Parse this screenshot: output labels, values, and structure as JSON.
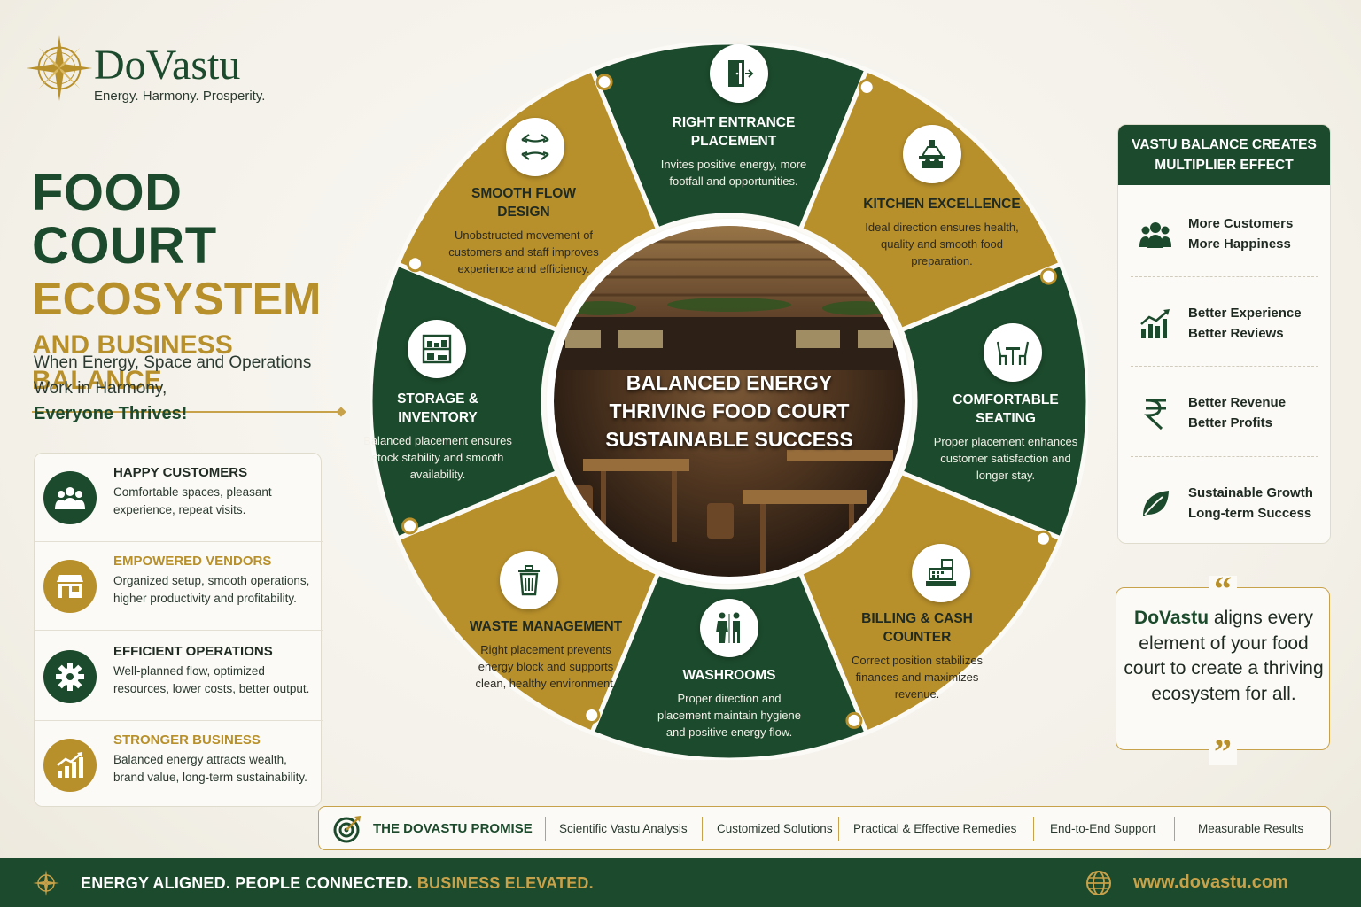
{
  "brand": {
    "name": "DoVastu",
    "tagline": "Energy. Harmony. Prosperity."
  },
  "title": {
    "line1": "FOOD COURT",
    "line2": "ECOSYSTEM",
    "line3": "AND BUSINESS BALANCE"
  },
  "intro": {
    "line1": "When Energy, Space and Operations",
    "line2": "Work in Harmony,",
    "emphasis": "Everyone Thrives!"
  },
  "benefits": [
    {
      "title": "HAPPY CUSTOMERS",
      "desc": "Comfortable spaces, pleasant experience, repeat visits.",
      "icon": "customers-icon"
    },
    {
      "title": "EMPOWERED VENDORS",
      "desc": "Organized setup, smooth operations, higher productivity and profitability.",
      "icon": "store-icon"
    },
    {
      "title": "EFFICIENT OPERATIONS",
      "desc": "Well-planned flow, optimized resources, lower costs, better output.",
      "icon": "gear-icon"
    },
    {
      "title": "STRONGER BUSINESS",
      "desc": "Balanced energy attracts wealth, brand value, long-term sustainability.",
      "icon": "growth-chart-icon"
    }
  ],
  "wheel": {
    "center": [
      "BALANCED ENERGY",
      "THRIVING FOOD COURT",
      "SUSTAINABLE SUCCESS"
    ],
    "segments": [
      {
        "title": "RIGHT ENTRANCE PLACEMENT",
        "desc": "Invites positive energy, more footfall and opportunities.",
        "icon": "door-icon"
      },
      {
        "title": "KITCHEN EXCELLENCE",
        "desc": "Ideal direction ensures health, quality and smooth food preparation.",
        "icon": "kitchen-hood-icon"
      },
      {
        "title": "COMFORTABLE SEATING",
        "desc": "Proper placement enhances customer satisfaction and longer stay.",
        "icon": "seating-icon"
      },
      {
        "title": "BILLING & CASH COUNTER",
        "desc": "Correct position stabilizes finances and maximizes revenue.",
        "icon": "cash-register-icon"
      },
      {
        "title": "WASHROOMS",
        "desc": "Proper direction and placement maintain hygiene and positive energy flow.",
        "icon": "washroom-icon"
      },
      {
        "title": "WASTE MANAGEMENT",
        "desc": "Right placement prevents energy block and supports clean, healthy environment.",
        "icon": "trash-icon"
      },
      {
        "title": "STORAGE & INVENTORY",
        "desc": "Balanced placement ensures stock stability and smooth availability.",
        "icon": "storage-shelf-icon"
      },
      {
        "title": "SMOOTH FLOW DESIGN",
        "desc": "Unobstructed movement of customers and staff improves experience and efficiency.",
        "icon": "flow-arrows-icon"
      }
    ]
  },
  "multiplier": {
    "heading": "VASTU BALANCE CREATES MULTIPLIER EFFECT",
    "items": [
      {
        "line1": "More Customers",
        "line2": "More Happiness",
        "icon": "people-icon"
      },
      {
        "line1": "Better Experience",
        "line2": "Better Reviews",
        "icon": "bar-chart-icon"
      },
      {
        "line1": "Better Revenue",
        "line2": "Better Profits",
        "icon": "rupee-icon"
      },
      {
        "line1": "Sustainable Growth",
        "line2": "Long-term Success",
        "icon": "leaf-icon"
      }
    ]
  },
  "quote": {
    "brand": "DoVastu",
    "text": " aligns every element of your food court to create a thriving ecosystem for all."
  },
  "promise": {
    "title": "THE DOVASTU PROMISE",
    "items": [
      "Scientific Vastu Analysis",
      "Customized Solutions",
      "Practical & Effective Remedies",
      "End-to-End Support",
      "Measurable Results"
    ]
  },
  "footer": {
    "part1": "ENERGY ALIGNED. PEOPLE CONNECTED. ",
    "part2": "BUSINESS ELEVATED.",
    "url": "www.dovastu.com"
  },
  "colors": {
    "green": "#1c4a2c",
    "gold": "#b8902b"
  }
}
